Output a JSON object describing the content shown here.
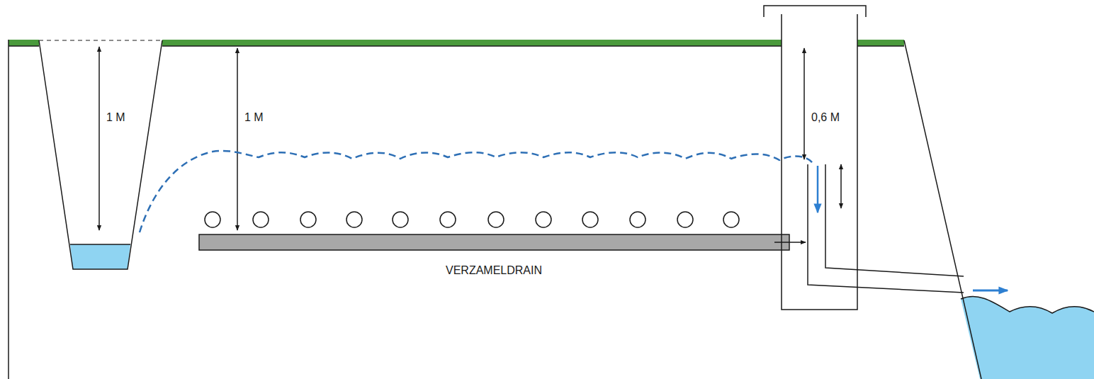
{
  "diagram": {
    "labels": [
      "1 M",
      "1 M",
      "0,6 M",
      "VERZAMELDRAIN"
    ]
  }
}
